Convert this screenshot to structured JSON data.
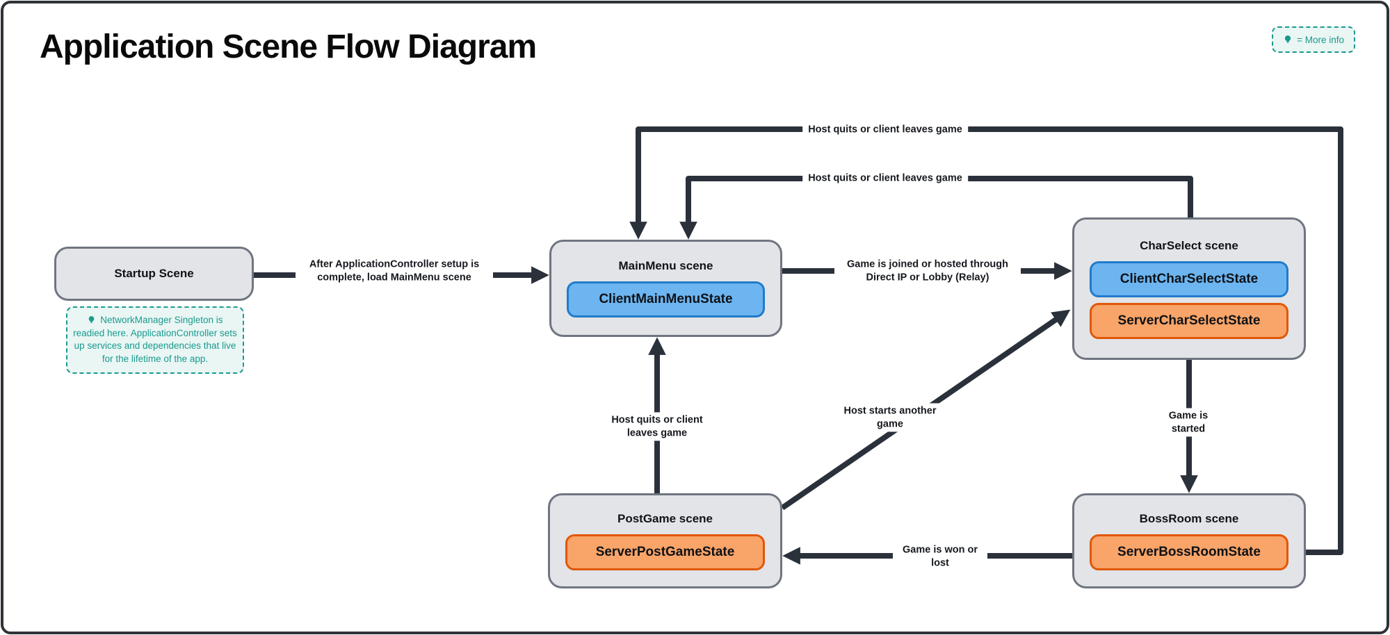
{
  "title": "Application Scene Flow Diagram",
  "legend": {
    "icon": "lightbulb",
    "label": "= More info"
  },
  "note": {
    "icon": "lightbulb",
    "text": "NetworkManager Singleton is readied here. ApplicationController sets up services and dependencies that live for the lifetime of the app."
  },
  "nodes": {
    "startup": {
      "title": "Startup Scene",
      "states": []
    },
    "mainmenu": {
      "title": "MainMenu scene",
      "states": [
        {
          "label": "ClientMainMenuState",
          "type": "client"
        }
      ]
    },
    "charselect": {
      "title": "CharSelect scene",
      "states": [
        {
          "label": "ClientCharSelectState",
          "type": "client"
        },
        {
          "label": "ServerCharSelectState",
          "type": "server"
        }
      ]
    },
    "postgame": {
      "title": "PostGame scene",
      "states": [
        {
          "label": "ServerPostGameState",
          "type": "server"
        }
      ]
    },
    "bossroom": {
      "title": "BossRoom scene",
      "states": [
        {
          "label": "ServerBossRoomState",
          "type": "server"
        }
      ]
    }
  },
  "edges": {
    "startup_to_mainmenu": {
      "label": "After ApplicationController setup is complete, load MainMenu scene"
    },
    "mainmenu_to_charselect": {
      "label": "Game is joined or hosted through Direct IP or Lobby (Relay)"
    },
    "bossroom_to_mainmenu": {
      "label": "Host quits or client leaves game"
    },
    "charselect_to_mainmenu": {
      "label": "Host quits or client leaves game"
    },
    "postgame_to_mainmenu": {
      "label": "Host quits or client leaves game"
    },
    "postgame_to_charselect": {
      "label": "Host starts another game"
    },
    "charselect_to_bossroom": {
      "label": "Game is started"
    },
    "bossroom_to_postgame": {
      "label": "Game is won or lost"
    }
  },
  "colors": {
    "arrow": "#2b313b",
    "scene_fill": "#e2e4e7",
    "scene_border": "#6f7580",
    "client_fill": "#6cb5f1",
    "client_border": "#1f7bcb",
    "server_fill": "#f9a468",
    "server_border": "#e25708",
    "teal": "#1b9a8d",
    "teal_bg": "#e9f6f4"
  }
}
